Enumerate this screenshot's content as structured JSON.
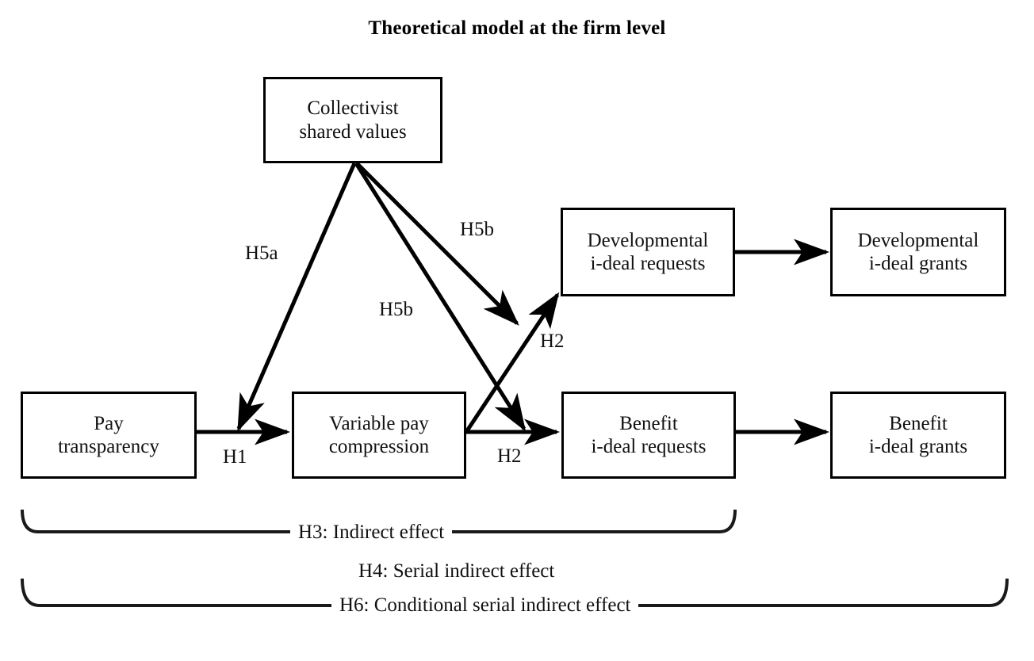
{
  "title": "Theoretical model at the firm level",
  "nodes": {
    "collectivist": "Collectivist\nshared values",
    "pay_transparency": "Pay\ntransparency",
    "variable_pay": "Variable pay\ncompression",
    "dev_requests": "Developmental\ni-deal requests",
    "dev_grants": "Developmental\ni-deal grants",
    "benefit_requests": "Benefit\ni-deal requests",
    "benefit_grants": "Benefit\ni-deal grants"
  },
  "edge_labels": {
    "h1": "H1",
    "h2_upper": "H2",
    "h2_lower": "H2",
    "h5a": "H5a",
    "h5b_upper": "H5b",
    "h5b_lower": "H5b"
  },
  "brackets": {
    "h3": "H3: Indirect effect",
    "h4": "H4: Serial indirect effect",
    "h6": "H6: Conditional serial indirect effect"
  },
  "colors": {
    "stroke": "#000000",
    "text": "#111111",
    "background": "#ffffff"
  }
}
